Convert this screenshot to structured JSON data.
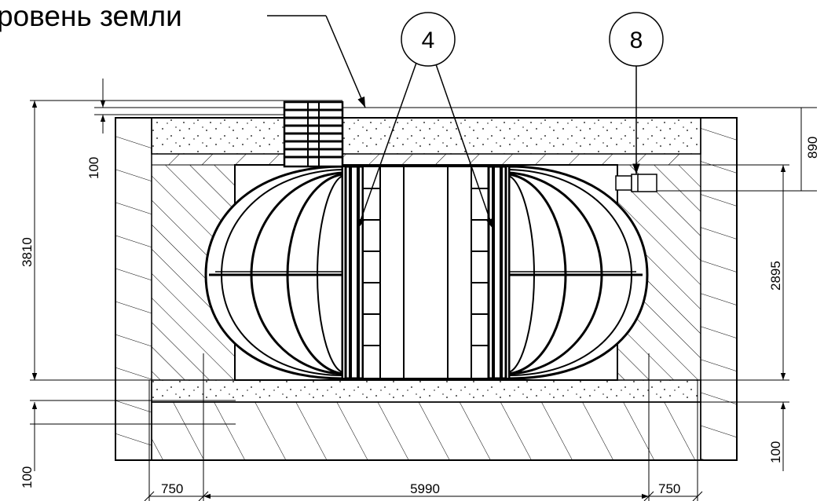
{
  "title": "ровень земли",
  "callouts": [
    {
      "label": "4"
    },
    {
      "label": "8"
    }
  ],
  "dimensions": {
    "top_cover": "100",
    "total_height": "3810",
    "right_top": "890",
    "tank_height": "2895",
    "bottom_right": "100",
    "bottom_left": "100",
    "left_margin": "750",
    "length": "5990",
    "right_margin": "750"
  }
}
